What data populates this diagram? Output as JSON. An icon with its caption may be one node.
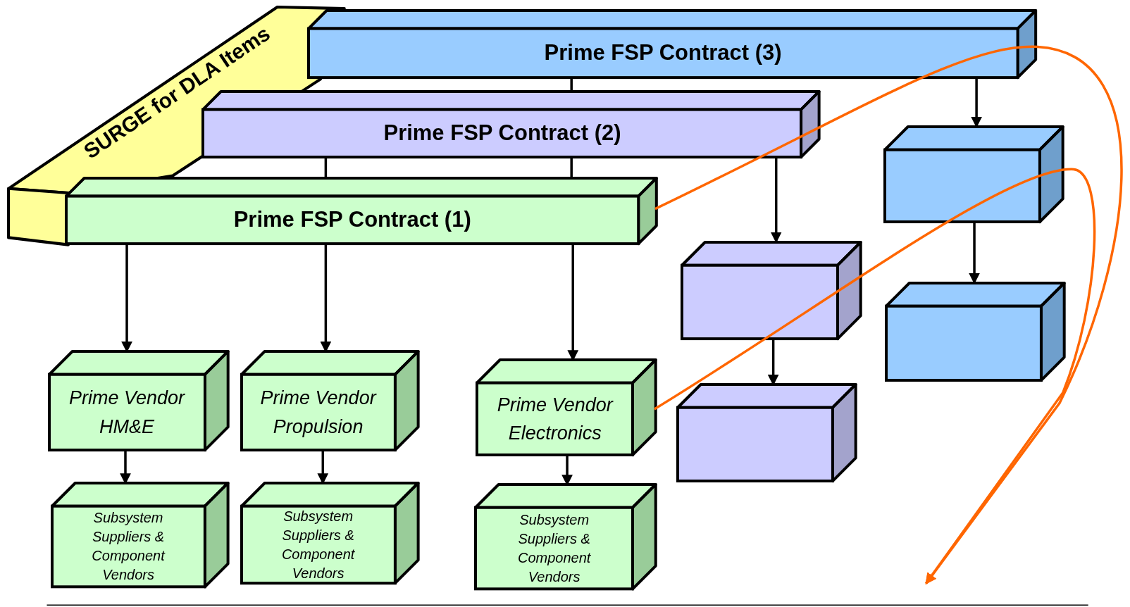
{
  "diagram": {
    "nodes": [
      {
        "text": [
          "SURGE for DLA Items"
        ]
      },
      {
        "text": [
          "Prime FSP Contract (3)"
        ]
      },
      {
        "text": [
          "Prime FSP Contract (2)"
        ]
      },
      {
        "text": [
          "Prime FSP Contract (1)"
        ]
      },
      {
        "text": [
          "Prime Vendor HM&E"
        ]
      },
      {
        "text": [
          "Prime Vendor Propulsion"
        ]
      },
      {
        "text": [
          "Prime Vendor Electronics"
        ]
      },
      {
        "text": [
          "Subsystem Suppliers & Component Vendors"
        ]
      },
      {
        "text": [
          "Subsystem Suppliers & Component Vendors"
        ]
      },
      {
        "text": [
          "Subsystem Suppliers & Component Vendors"
        ]
      },
      {
        "text": [],
        "shape": "box"
      },
      {
        "text": [],
        "shape": "box"
      },
      {
        "text": [],
        "shape": "box"
      },
      {
        "text": [],
        "shape": "box"
      }
    ],
    "edges": [
      {
        "from": 1,
        "to": 2,
        "arrow": "none"
      },
      {
        "from": 2,
        "to": 3,
        "arrow": "none"
      },
      {
        "from": 2,
        "to": 3,
        "arrow": "none"
      },
      {
        "from": 1,
        "to": 12,
        "arrow": "to"
      },
      {
        "from": 12,
        "to": 13,
        "arrow": "to"
      },
      {
        "from": 2,
        "to": 10,
        "arrow": "to"
      },
      {
        "from": 10,
        "to": 11,
        "arrow": "to"
      },
      {
        "from": 3,
        "to": 4,
        "arrow": "to"
      },
      {
        "from": 3,
        "to": 5,
        "arrow": "to"
      },
      {
        "from": 3,
        "to": 6,
        "arrow": "to"
      },
      {
        "from": 4,
        "to": 7,
        "arrow": "to"
      },
      {
        "from": 5,
        "to": 8,
        "arrow": "to"
      },
      {
        "from": 6,
        "to": 9,
        "arrow": "to"
      },
      {
        "from": 3,
        "to": null,
        "arrow": "to",
        "color": "#ff6600"
      },
      {
        "from": 6,
        "to": null,
        "arrow": "to",
        "color": "#ff6600"
      }
    ]
  }
}
